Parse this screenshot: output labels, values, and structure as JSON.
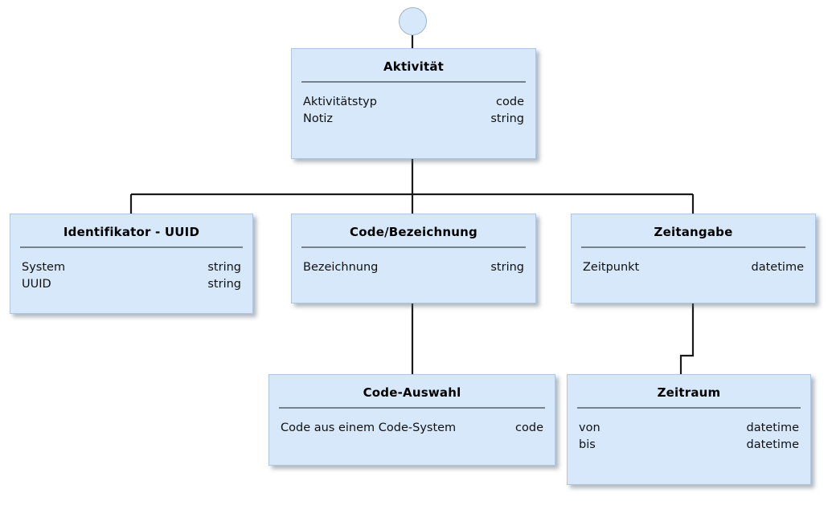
{
  "diagram": {
    "type": "uml-class-diagram",
    "language": "de",
    "colors": {
      "box_fill": "#d6e8fa",
      "box_border": "#aec6e0",
      "divider": "#76828c",
      "connector": "#1a1a1a",
      "text": "#111111",
      "background": "#ffffff"
    },
    "start_node": {
      "name": "start-node",
      "shape": "circle"
    },
    "classes": [
      {
        "id": "aktivitaet",
        "title": "Aktivität",
        "attributes": [
          {
            "name": "Aktivitätstyp",
            "type": "code"
          },
          {
            "name": "Notiz",
            "type": "string"
          }
        ]
      },
      {
        "id": "identifikator",
        "title": "Identifikator - UUID",
        "attributes": [
          {
            "name": "System",
            "type": "string"
          },
          {
            "name": "UUID",
            "type": "string"
          }
        ]
      },
      {
        "id": "codebezeichnung",
        "title": "Code/Bezeichnung",
        "attributes": [
          {
            "name": "Bezeichnung",
            "type": "string"
          }
        ]
      },
      {
        "id": "zeitangabe",
        "title": "Zeitangabe",
        "attributes": [
          {
            "name": "Zeitpunkt",
            "type": "datetime"
          }
        ]
      },
      {
        "id": "codeauswahl",
        "title": "Code-Auswahl",
        "attributes": [
          {
            "name": "Code aus einem Code-System",
            "type": "code"
          }
        ]
      },
      {
        "id": "zeitraum",
        "title": "Zeitraum",
        "attributes": [
          {
            "name": "von",
            "type": "datetime"
          },
          {
            "name": "bis",
            "type": "datetime"
          }
        ]
      }
    ],
    "connections": [
      {
        "from": "start-node",
        "to": "aktivitaet"
      },
      {
        "from": "aktivitaet",
        "to": "identifikator"
      },
      {
        "from": "aktivitaet",
        "to": "codebezeichnung"
      },
      {
        "from": "aktivitaet",
        "to": "zeitangabe"
      },
      {
        "from": "codebezeichnung",
        "to": "codeauswahl"
      },
      {
        "from": "zeitangabe",
        "to": "zeitraum"
      }
    ]
  }
}
